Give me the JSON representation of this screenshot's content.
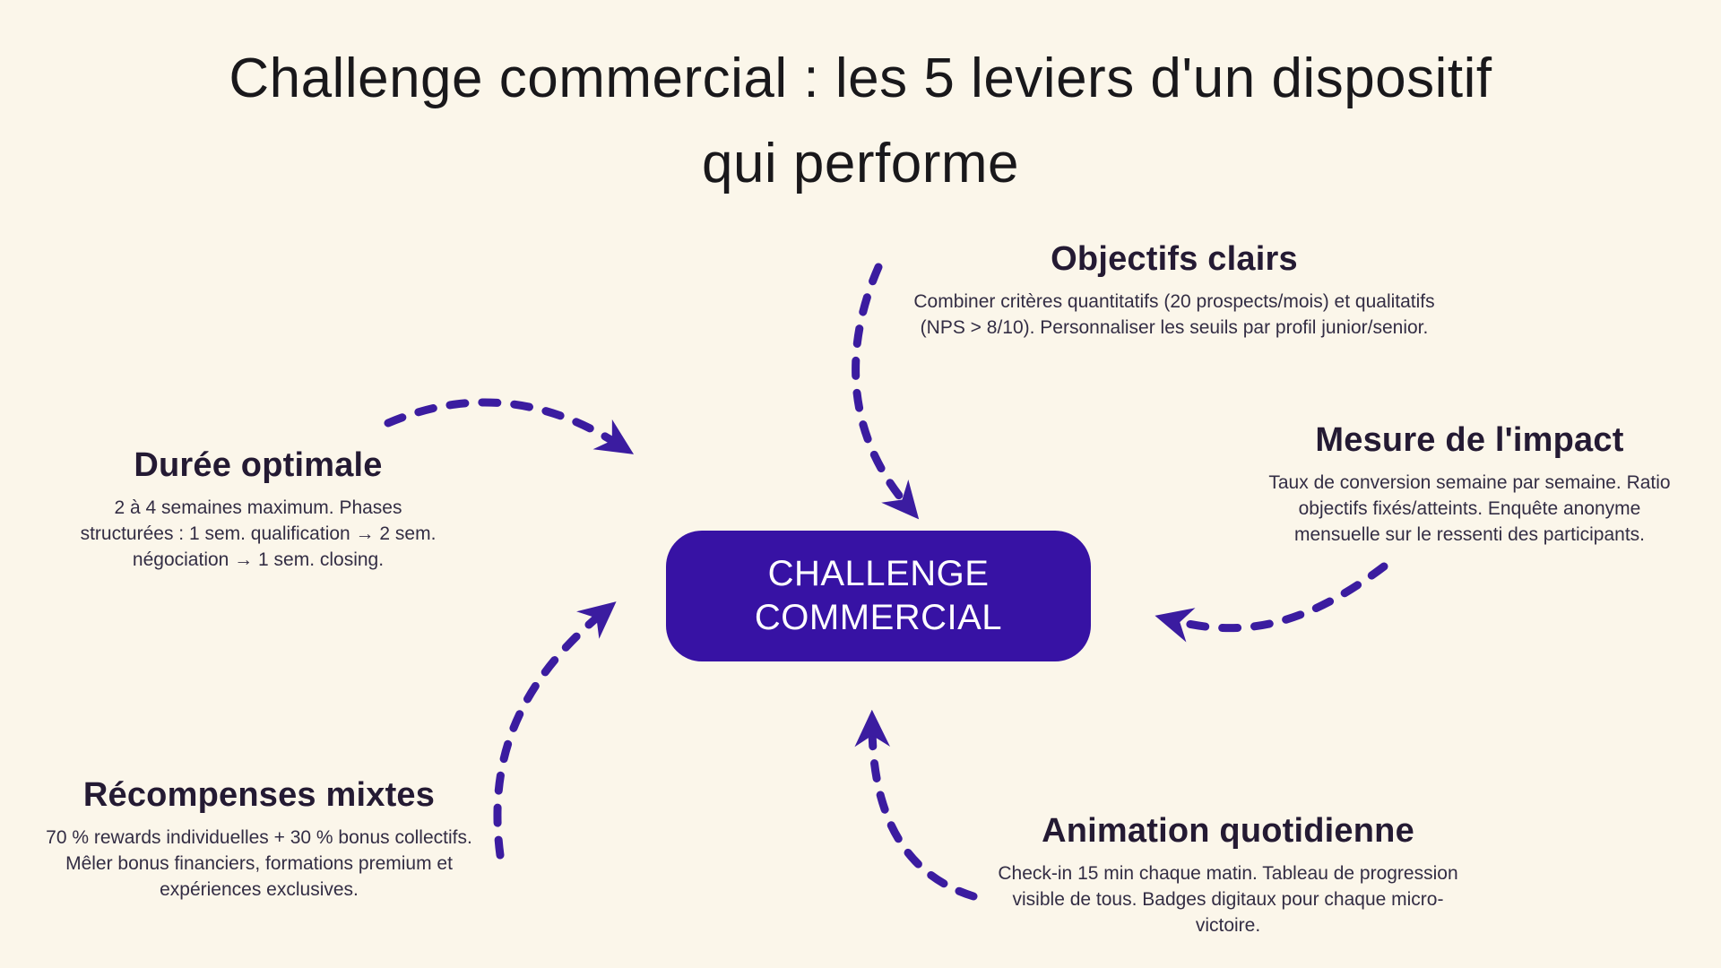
{
  "colors": {
    "background": "#FBF6EA",
    "accent": "#3712A4",
    "arrow": "#3B1CA0",
    "heading": "#241A33",
    "body": "#332D44",
    "title": "#19181B",
    "node_text": "#FFFFFF"
  },
  "title": {
    "line1": "Challenge commercial : les 5 leviers d'un dispositif",
    "line2": "qui performe"
  },
  "center_node": {
    "label": "CHALLENGE COMMERCIAL"
  },
  "sections": {
    "objectifs": {
      "heading": "Objectifs clairs",
      "body": "Combiner critères quantitatifs (20 prospects/mois) et qualitatifs (NPS > 8/10). Personnaliser les seuils par profil junior/senior."
    },
    "mesure": {
      "heading": "Mesure de l'impact",
      "body": "Taux de conversion semaine par semaine. Ratio objectifs fixés/atteints. Enquête anonyme mensuelle sur le ressenti des participants."
    },
    "duree": {
      "heading": "Durée optimale",
      "body": "2 à 4 semaines maximum. Phases structurées : 1 sem. qualification → 2 sem. négociation → 1 sem. closing."
    },
    "recompenses": {
      "heading": "Récompenses mixtes",
      "body": "70 % rewards individuelles + 30 % bonus collectifs. Mêler bonus financiers, formations premium et expériences exclusives."
    },
    "animation": {
      "heading": "Animation quotidienne",
      "body": "Check-in 15 min chaque matin. Tableau de progression visible de tous. Badges digitaux pour chaque micro-victoire."
    }
  }
}
